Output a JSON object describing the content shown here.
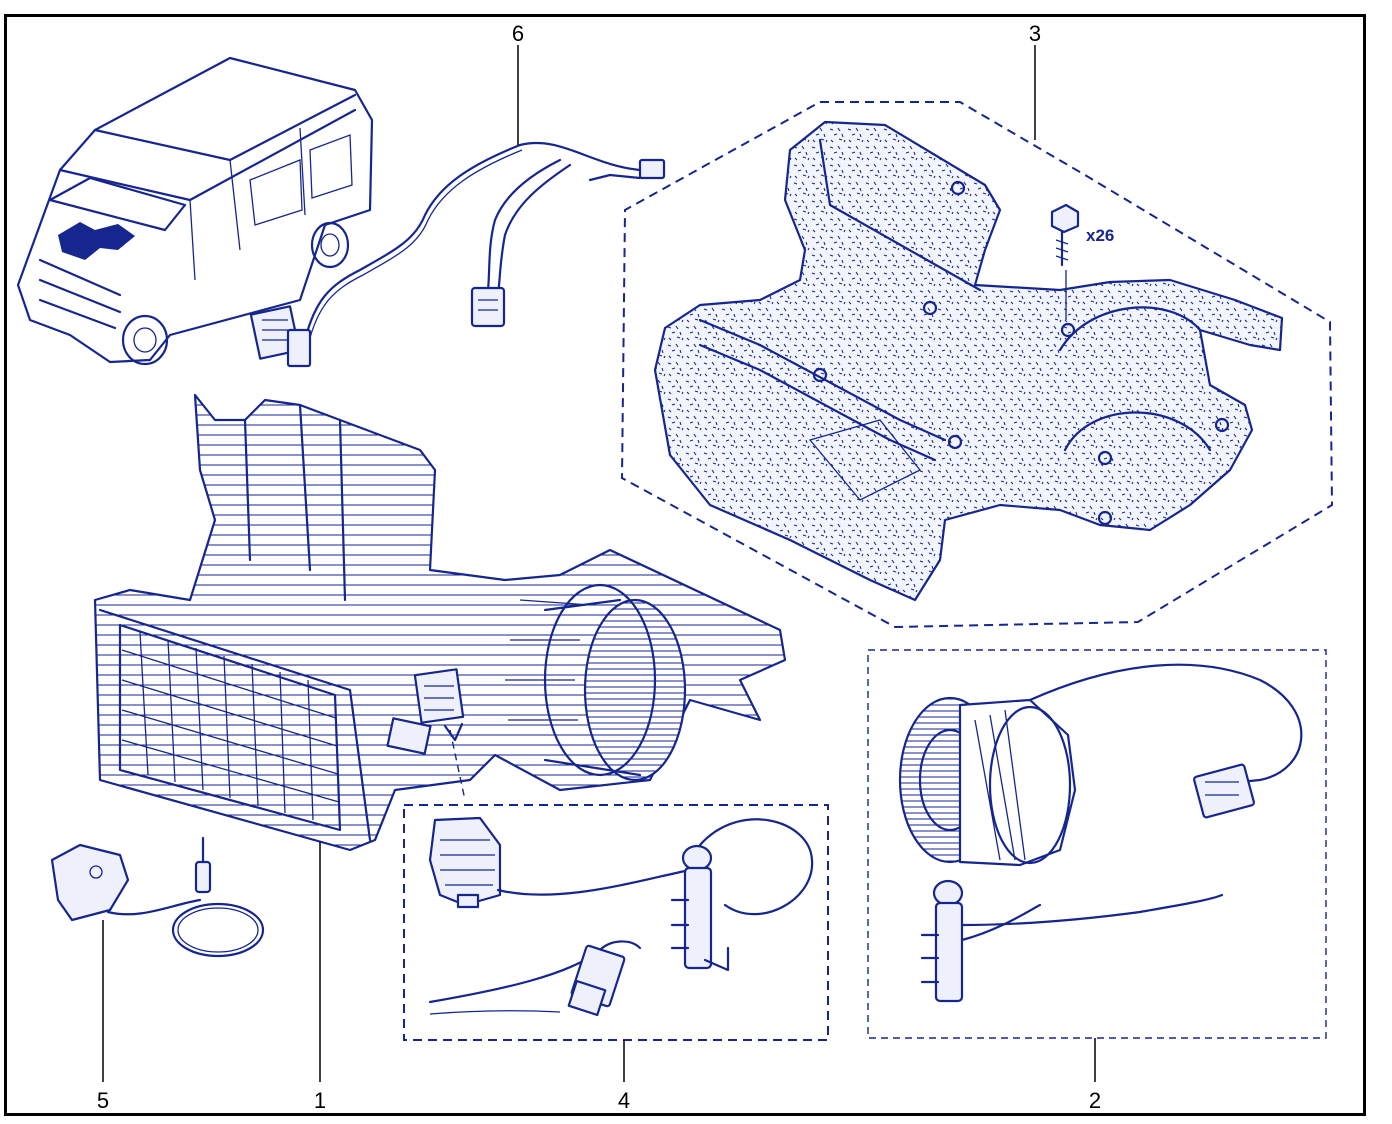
{
  "callouts": {
    "c1": "1",
    "c2": "2",
    "c3": "3",
    "c4": "4",
    "c5": "5",
    "c6": "6"
  },
  "quantity_label": "x26",
  "colors": {
    "ink": "#16268f",
    "frame": "#000000",
    "background": "#ffffff"
  },
  "icons": [
    "van-icon",
    "wiring-harness-icon",
    "insulation-panel-icon",
    "screw-icon",
    "heater-unit-icon",
    "blower-motor-icon",
    "resistor-icon",
    "sensor-icon",
    "connector-icon"
  ]
}
